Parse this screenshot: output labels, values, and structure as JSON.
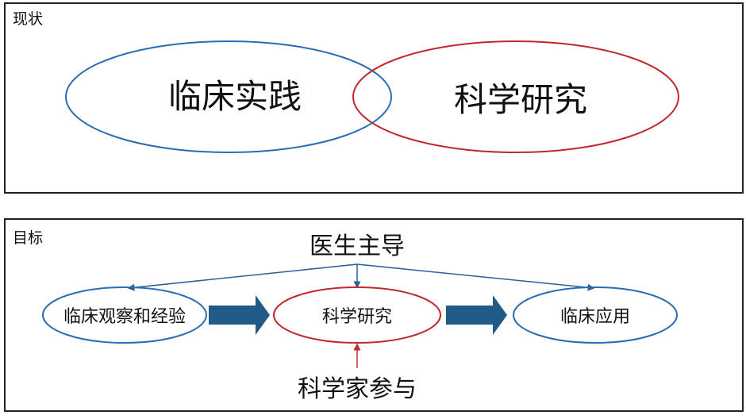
{
  "current": {
    "label": "现状",
    "left_circle": "临床实践",
    "right_circle": "科学研究"
  },
  "goal": {
    "label": "目标",
    "top_label": "医生主导",
    "bottom_label": "科学家参与",
    "nodes": [
      "临床观察和经验",
      "科学研究",
      "临床应用"
    ]
  },
  "colors": {
    "blue": "#2a6db5",
    "red": "#c0282e",
    "arrow": "#1f5b86"
  }
}
